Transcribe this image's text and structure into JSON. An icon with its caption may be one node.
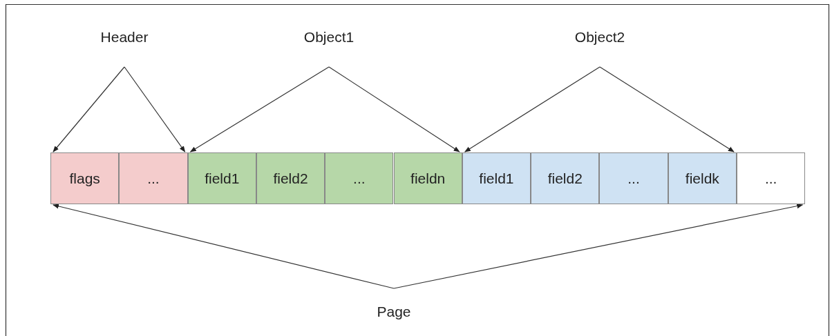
{
  "diagram": {
    "nodes": [
      {
        "text": [
          "Header"
        ]
      },
      {
        "text": [
          "Object1"
        ]
      },
      {
        "text": [
          "Object2"
        ]
      },
      {
        "text": [
          "flags"
        ]
      },
      {
        "text": [
          "..."
        ]
      },
      {
        "text": [
          "field1"
        ]
      },
      {
        "text": [
          "field2"
        ]
      },
      {
        "text": [
          "..."
        ]
      },
      {
        "text": [
          "fieldn"
        ]
      },
      {
        "text": [
          "field1"
        ]
      },
      {
        "text": [
          "field2"
        ]
      },
      {
        "text": [
          "..."
        ]
      },
      {
        "text": [
          "fieldk"
        ]
      },
      {
        "text": [
          "..."
        ]
      },
      {
        "text": [
          "Page"
        ]
      }
    ],
    "edges": [
      {
        "from": 0,
        "to": 3,
        "arrow": "to"
      },
      {
        "from": 0,
        "to": 4,
        "arrow": "to"
      },
      {
        "from": 1,
        "to": 5,
        "arrow": "to"
      },
      {
        "from": 1,
        "to": 8,
        "arrow": "to"
      },
      {
        "from": 2,
        "to": 9,
        "arrow": "to"
      },
      {
        "from": 2,
        "to": 12,
        "arrow": "to"
      },
      {
        "from": 14,
        "to": 3,
        "arrow": "to"
      },
      {
        "from": 14,
        "to": 13,
        "arrow": "to"
      }
    ]
  }
}
